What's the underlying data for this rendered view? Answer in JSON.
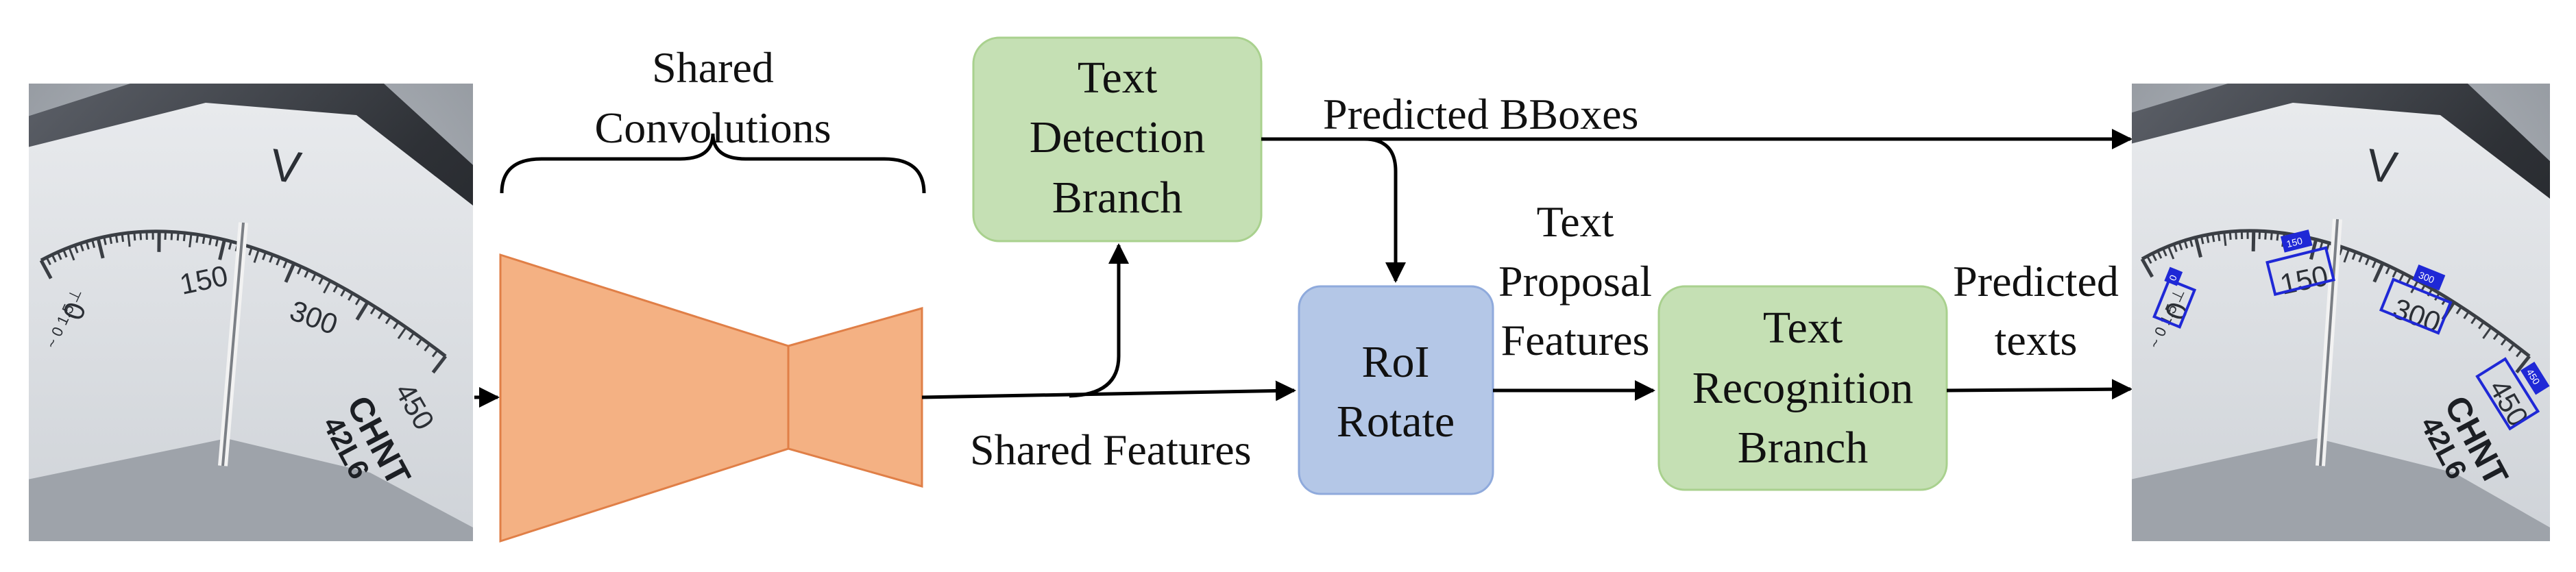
{
  "diagram": {
    "shared_convolutions_line1": "Shared",
    "shared_convolutions_line2": "Convolutions",
    "detection_branch": [
      "Text",
      "Detection",
      "Branch"
    ],
    "roi_rotate": [
      "RoI",
      "Rotate"
    ],
    "recognition_branch": [
      "Text",
      "Recognition",
      "Branch"
    ],
    "predicted_bboxes": "Predicted BBoxes",
    "text_proposal_features": [
      "Text",
      "Proposal",
      "Features"
    ],
    "predicted_texts": [
      "Predicted",
      "texts"
    ],
    "shared_features": "Shared Features"
  },
  "input_meter": {
    "unit": "V",
    "scale_values": [
      "0",
      "150",
      "300",
      "450"
    ],
    "brand": "CHNT",
    "model": "42L6"
  },
  "output_meter": {
    "unit": "V",
    "scale_values": [
      "0",
      "150",
      "300",
      "450"
    ],
    "brand": "CHNT",
    "model": "42L6",
    "detection_tags": [
      "0",
      "150",
      "300",
      "450"
    ]
  },
  "colors": {
    "encoder_decoder": "#f4b183",
    "encoder_stroke": "#e07f47",
    "detection_box": "#c5e0b4",
    "recognition_box": "#c5e0b4",
    "green_stroke": "#a9d18e",
    "roi_box": "#b4c7e7",
    "roi_stroke": "#8faadc",
    "arrow": "#000000",
    "detection_overlay": "#1f28d6"
  }
}
